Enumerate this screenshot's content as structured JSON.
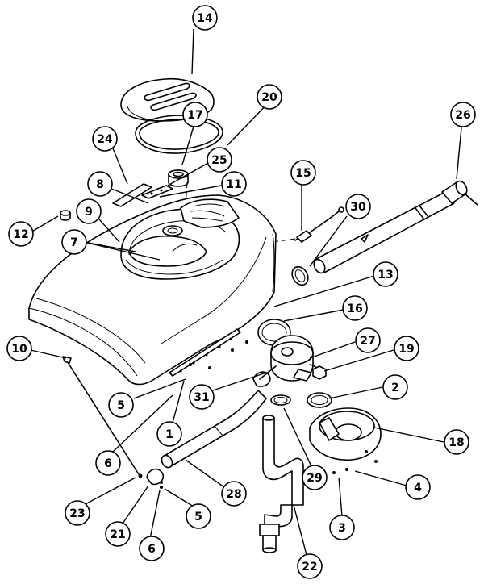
{
  "callouts": [
    {
      "id": "c14",
      "label": "14"
    },
    {
      "id": "c20",
      "label": "20"
    },
    {
      "id": "c17",
      "label": "17"
    },
    {
      "id": "c24",
      "label": "24"
    },
    {
      "id": "c25",
      "label": "25"
    },
    {
      "id": "c8",
      "label": "8"
    },
    {
      "id": "c11",
      "label": "11"
    },
    {
      "id": "c9",
      "label": "9"
    },
    {
      "id": "c12",
      "label": "12"
    },
    {
      "id": "c7",
      "label": "7"
    },
    {
      "id": "c15",
      "label": "15"
    },
    {
      "id": "c30",
      "label": "30"
    },
    {
      "id": "c26",
      "label": "26"
    },
    {
      "id": "c13",
      "label": "13"
    },
    {
      "id": "c16",
      "label": "16"
    },
    {
      "id": "c10",
      "label": "10"
    },
    {
      "id": "c27",
      "label": "27"
    },
    {
      "id": "c19",
      "label": "19"
    },
    {
      "id": "c5a",
      "label": "5"
    },
    {
      "id": "c31",
      "label": "31"
    },
    {
      "id": "c2",
      "label": "2"
    },
    {
      "id": "c1",
      "label": "1"
    },
    {
      "id": "c18",
      "label": "18"
    },
    {
      "id": "c6a",
      "label": "6"
    },
    {
      "id": "c29",
      "label": "29"
    },
    {
      "id": "c4",
      "label": "4"
    },
    {
      "id": "c28",
      "label": "28"
    },
    {
      "id": "c23",
      "label": "23"
    },
    {
      "id": "c5b",
      "label": "5"
    },
    {
      "id": "c3",
      "label": "3"
    },
    {
      "id": "c21",
      "label": "21"
    },
    {
      "id": "c22",
      "label": "22"
    },
    {
      "id": "c6b",
      "label": "6"
    }
  ]
}
